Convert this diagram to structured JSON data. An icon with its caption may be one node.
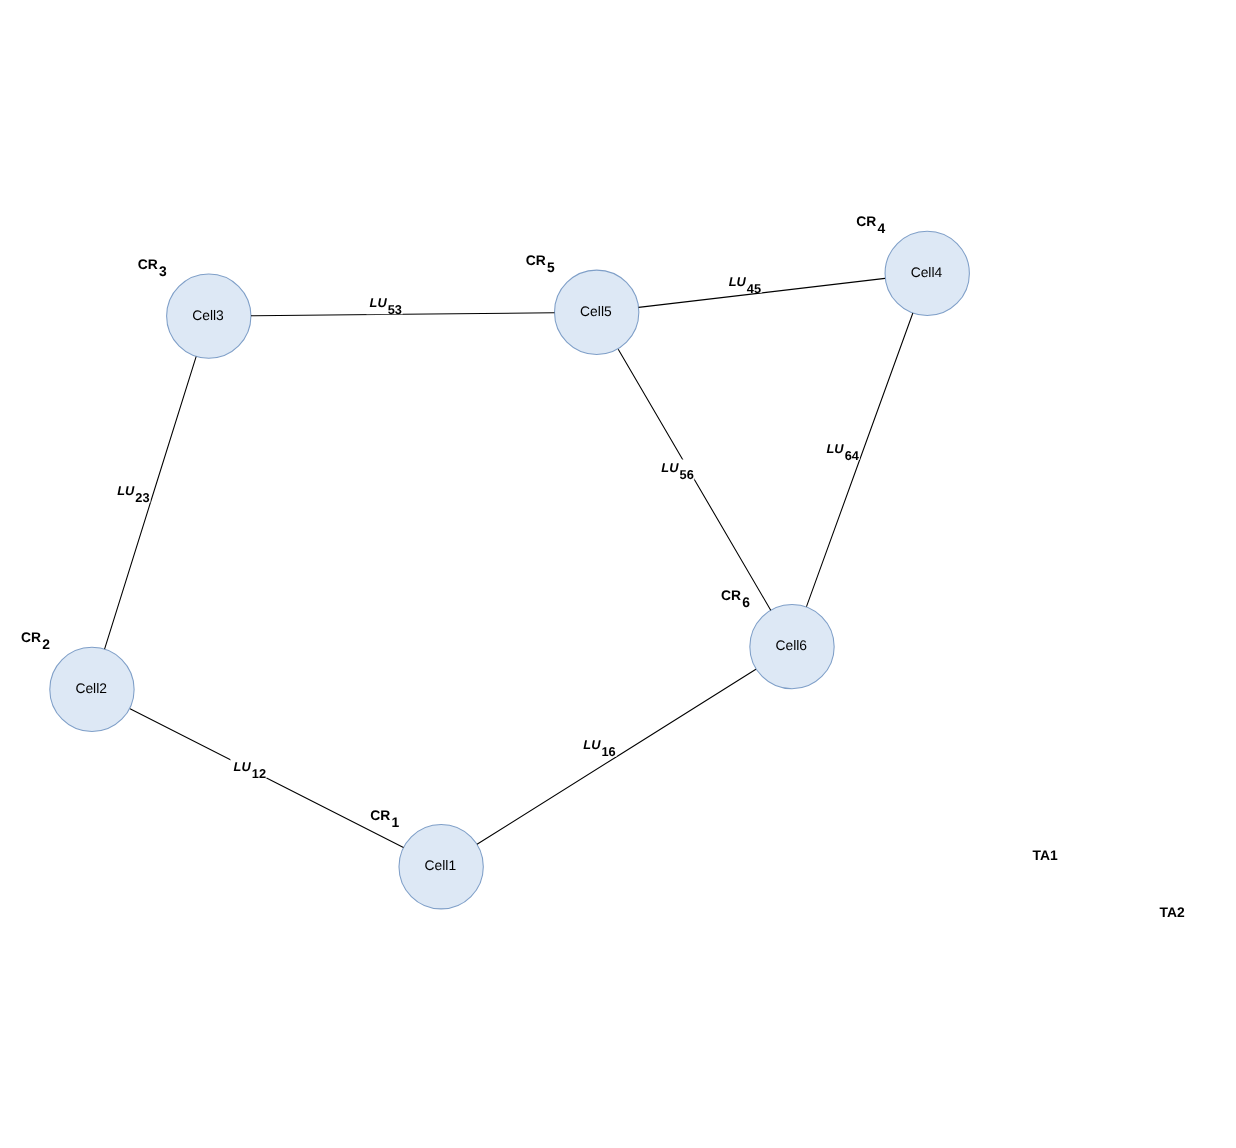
{
  "diagram": {
    "nodes": [
      {
        "text": [
          "Cell1"
        ],
        "beside": [
          "CR$_{1}$"
        ]
      },
      {
        "text": [
          "Cell6"
        ],
        "beside": [
          "CR$_{6}$"
        ]
      },
      {
        "text": [
          "Cell2"
        ],
        "beside": [
          "CR$_{2}$"
        ]
      },
      {
        "text": [
          "Cell5"
        ],
        "beside": [
          "CR$_{5}$"
        ]
      },
      {
        "text": [
          "Cell4"
        ],
        "beside": [
          "CR$_{4}$"
        ]
      },
      {
        "text": [
          "Cell3"
        ],
        "beside": [
          "CR$_{3}$"
        ]
      }
    ],
    "edges": [
      {
        "from": 0,
        "to": 1,
        "arrow": "none",
        "label": "*LU*$_{16}$"
      },
      {
        "from": 0,
        "to": 2,
        "arrow": "none",
        "label": "*LU*$_{12}$"
      },
      {
        "from": 1,
        "to": 3,
        "arrow": "none",
        "label": "*LU*$_{56}$"
      },
      {
        "from": 2,
        "to": 5,
        "arrow": "none",
        "label": "*LU*$_{23}$"
      },
      {
        "from": 1,
        "to": 4,
        "arrow": "none",
        "label": "*LU*$_{64}$"
      },
      {
        "from": 4,
        "to": 3,
        "arrow": "none",
        "label": "*LU*$_{45}$"
      },
      {
        "from": 3,
        "to": 5,
        "arrow": "none",
        "label": "*LU*$_{53}$"
      }
    ],
    "labels": [
      "TA1",
      "TA2"
    ]
  }
}
